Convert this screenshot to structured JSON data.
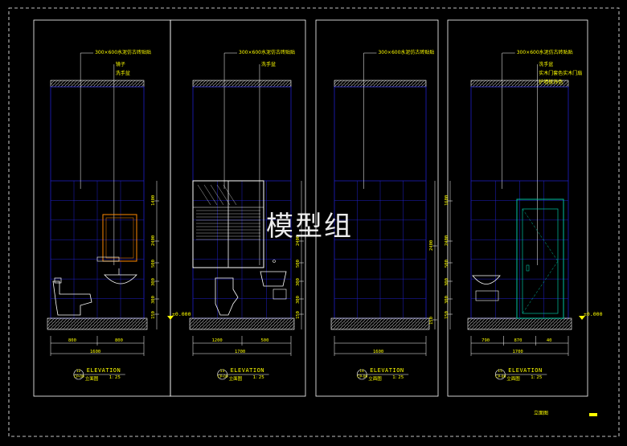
{
  "watermark": "模型组",
  "footer": {
    "title": "立面图"
  },
  "panels": [
    {
      "id": "12",
      "notes": [
        "300×600水泥仿古砖贴贴",
        "镜子",
        "洗手盆"
      ],
      "dims_h": [
        "800",
        "800"
      ],
      "total": "1600",
      "dims_v": [
        "1400",
        "2400",
        "500",
        "300",
        "300",
        "150"
      ],
      "title": "ELEVATION",
      "subtitle": "立面图",
      "ref": "CP-09",
      "scale": "1: 25"
    },
    {
      "id": "13",
      "notes": [
        "300×600水泥仿古砖贴贴",
        "洗手盆"
      ],
      "dims_h": [
        "1200",
        "500"
      ],
      "total": "1700",
      "dims_v": [
        "2400",
        "500",
        "300",
        "300",
        "150"
      ],
      "title": "ELEVATION",
      "subtitle": "立面图",
      "ref": "CP-09",
      "scale": "1: 25"
    },
    {
      "id": "14",
      "notes": [
        "300×600水泥仿古砖贴贴"
      ],
      "dims_h": [],
      "total": "1600",
      "dims_v": [
        "2400",
        "150"
      ],
      "title": "ELEVATION",
      "subtitle": "立面图",
      "ref": "CP-09",
      "scale": "1: 25"
    },
    {
      "id": "15",
      "notes": [
        "300×600水泥仿古砖贴贴",
        "洗手盆",
        "实木门套色实木门扇",
        "护墙板饰色"
      ],
      "dims_h": [
        "790",
        "870",
        "40"
      ],
      "total": "1700",
      "dims_v": [
        "1600",
        "2400",
        "500",
        "300",
        "300",
        "150"
      ],
      "title": "ELEVATION",
      "subtitle": "立面图",
      "ref": "CP-09",
      "scale": "1: 25"
    }
  ],
  "level_label": "±0.000",
  "colors": {
    "background": "#000000",
    "line": "#ffffff",
    "tile": "#2020c8",
    "annotation": "#ffff00",
    "furniture": "#ffffff",
    "door": "#00c0a0",
    "mirror": "#ff8800"
  }
}
